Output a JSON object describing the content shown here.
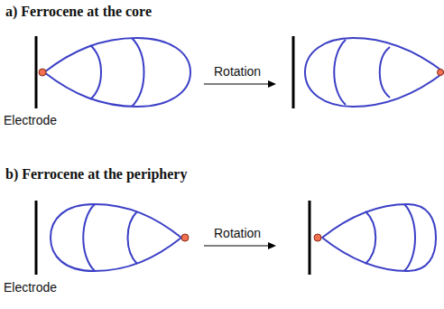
{
  "diagram": {
    "labels": [
      "a) Ferrocene at the core",
      "Rotation",
      "Electrode",
      "b) Ferrocene at the periphery",
      "Rotation",
      "Electrode"
    ]
  }
}
